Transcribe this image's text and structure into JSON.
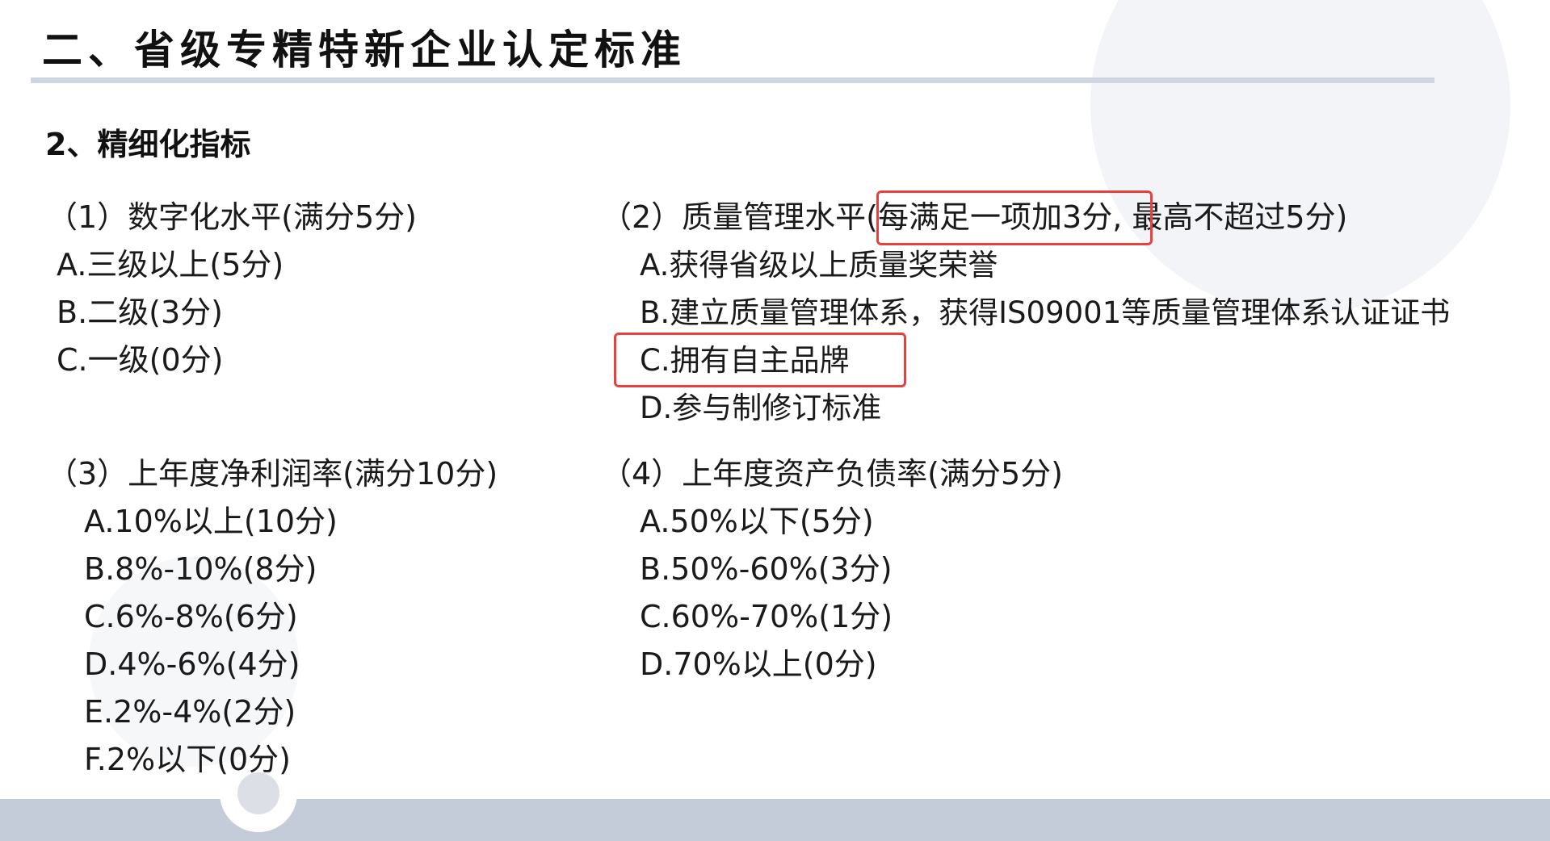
{
  "title": "二、省级专精特新企业认定标准",
  "subheading": "2、精细化指标",
  "indicators": [
    {
      "heading": "（1）数字化水平(满分5分)",
      "options": [
        "A.三级以上(5分)",
        "B.二级(3分)",
        "C.一级(0分)"
      ]
    },
    {
      "heading_prefix": "（2）质量管理水平(",
      "heading_highlight": "每满足一项加3分,",
      "heading_suffix": " 最高不超过5分)",
      "options": [
        "A.获得省级以上质量奖荣誉",
        "B.建立质量管理体系，获得IS09001等质量管理体系认证证书",
        "C.拥有自主品牌",
        "D.参与制修订标准"
      ]
    },
    {
      "heading": "（3）上年度净利润率(满分10分)",
      "options": [
        "A.10%以上(10分)",
        "B.8%-10%(8分)",
        "C.6%-8%(6分)",
        "D.4%-6%(4分)",
        "E.2%-4%(2分)",
        "F.2%以下(0分)"
      ]
    },
    {
      "heading": "（4）上年度资产负债率(满分5分)",
      "options": [
        "A.50%以下(5分)",
        "B.50%-60%(3分)",
        "C.60%-70%(1分)",
        "D.70%以上(0分)"
      ]
    }
  ],
  "colors": {
    "highlight_box": "#e8403c",
    "title_underline": "#cfd5e0",
    "footer_band": "#c5ccd9"
  }
}
